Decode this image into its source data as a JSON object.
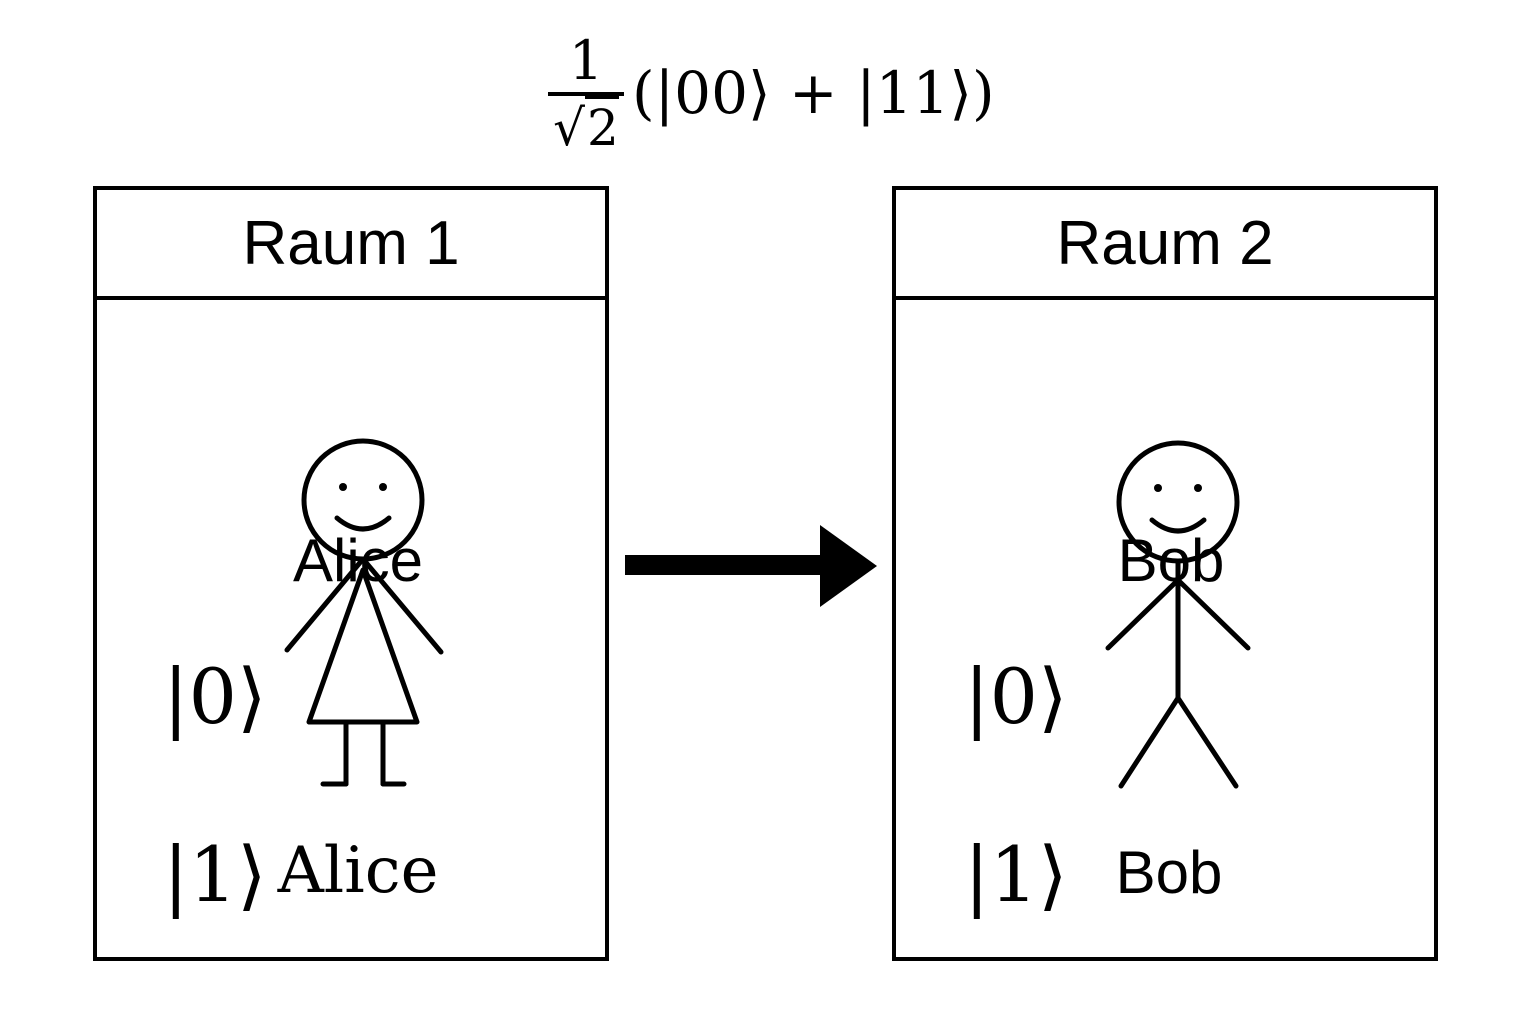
{
  "formula": {
    "numerator": "1",
    "sqrt_symbol": "√",
    "denominator_arg": "2",
    "expression": "(|00⟩ + |11⟩)"
  },
  "rooms": [
    {
      "title": "Raum 1",
      "name_top": "Alice",
      "name_bottom": "Alice",
      "ket_zero": "|0⟩",
      "ket_one": "|1⟩",
      "figure": "female-stick-figure-icon"
    },
    {
      "title": "Raum 2",
      "name_top": "Bob",
      "name_bottom": "Bob",
      "ket_zero": "|0⟩",
      "ket_one": "|1⟩",
      "figure": "male-stick-figure-icon"
    }
  ],
  "arrow": {
    "icon": "arrow-right-icon",
    "color": "#000000"
  }
}
